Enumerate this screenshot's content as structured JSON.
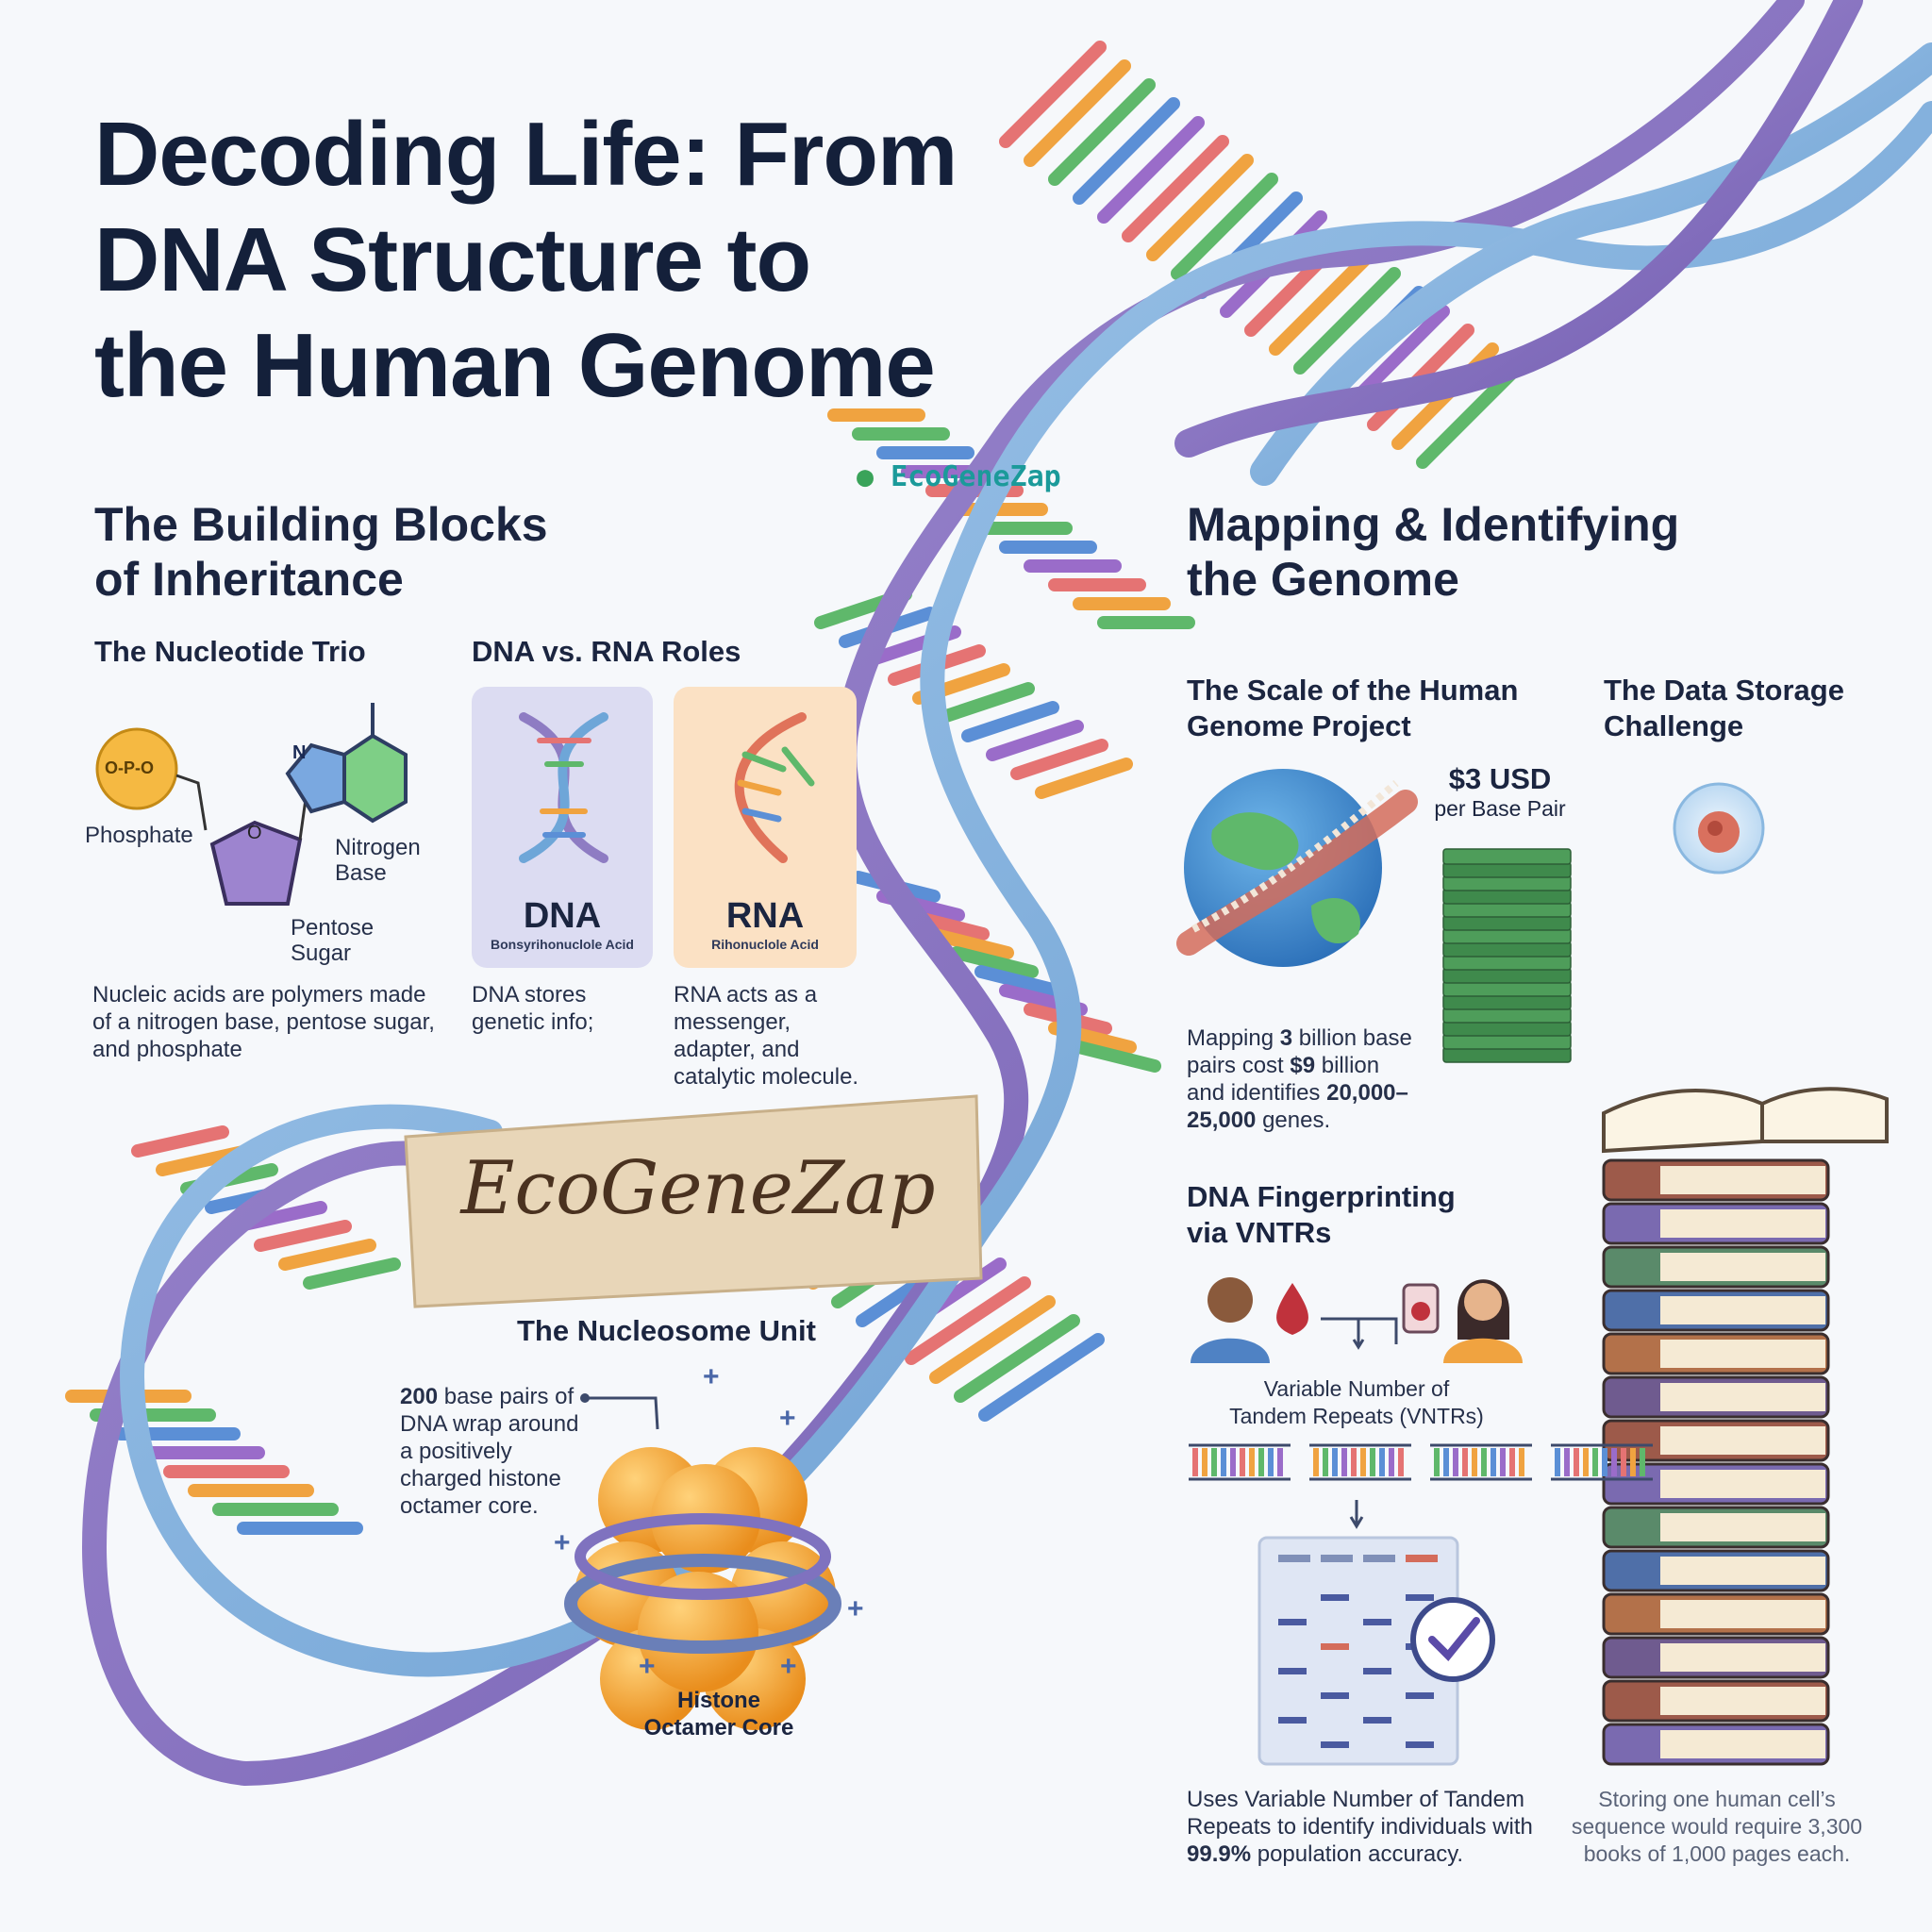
{
  "title": {
    "line1": "Decoding Life: From",
    "line2": "DNA Structure to",
    "line3": "the Human Genome"
  },
  "brand": {
    "small_logo": "EcoGeneZap",
    "watermark": "EcoGeneZap"
  },
  "left_section": {
    "heading_line1": "The Building Blocks",
    "heading_line2": "of Inheritance",
    "nucleotide": {
      "heading": "The Nucleotide Trio",
      "phosphate_label": "Phosphate",
      "phosphate_formula": "O-P-O",
      "ring_o": "O",
      "n_atom": "N",
      "nitrogen_label_1": "Nitrogen",
      "nitrogen_label_2": "Base",
      "sugar_label_1": "Pentose",
      "sugar_label_2": "Sugar",
      "desc_1": "Nucleic acids are polymers made",
      "desc_2": "of a nitrogen base, pentose sugar,",
      "desc_3": "and phosphate"
    },
    "dna_rna": {
      "heading": "DNA vs. RNA Roles",
      "dna_title": "DNA",
      "dna_sub": "Bonsyrihonuclole Acid",
      "rna_title": "RNA",
      "rna_sub": "Rihonuclole Acid",
      "dna_desc_1": "DNA stores",
      "dna_desc_2": "genetic info;",
      "rna_desc_1": "RNA acts as a",
      "rna_desc_2": "messenger,",
      "rna_desc_3": "adapter, and",
      "rna_desc_4": "catalytic molecule."
    },
    "nucleosome": {
      "heading": "The Nucleosome Unit",
      "desc_bold": "200",
      "desc_1": " base pairs of",
      "desc_2": "DNA wrap around",
      "desc_3": "a positively",
      "desc_4": "charged histone",
      "desc_5": "octamer core.",
      "core_label_1": "Histone",
      "core_label_2": "Octamer Core",
      "plus": "+"
    }
  },
  "right_section": {
    "heading_line1": "Mapping & Identifying",
    "heading_line2": "the Genome",
    "scale": {
      "heading_1": "The Scale of the Human",
      "heading_2": "Genome Project",
      "price": "$3 USD",
      "price_sub": "per Base Pair",
      "desc_1a": "Mapping ",
      "desc_1b": "3",
      "desc_1c": " billion base",
      "desc_2a": "pairs cost ",
      "desc_2b": "$9",
      "desc_2c": " billion",
      "desc_3a": "and identifies ",
      "desc_3b": "20,000–",
      "desc_4": "25,000",
      "desc_4b": " genes."
    },
    "storage": {
      "heading_1": "The Data Storage",
      "heading_2": "Challenge",
      "desc_1": "Storing one human cell’s",
      "desc_2": "sequence would require 3,300",
      "desc_3": "books of 1,000 pages each."
    },
    "fingerprint": {
      "heading_1": "DNA Fingerprinting",
      "heading_2": "via VNTRs",
      "vntr_label_1": "Variable Number of",
      "vntr_label_2": "Tandem Repeats (VNTRs)",
      "desc_1": "Uses Variable Number of Tandem",
      "desc_2": "Repeats to identify individuals with",
      "desc_3a": "99.9%",
      "desc_3b": " population accuracy."
    }
  },
  "colors": {
    "title": "#14203a",
    "dna_card": "#dcdcf2",
    "rna_card": "#fbe1c4",
    "strand_blue": "#7fb1dc",
    "strand_purple": "#8e7cc3",
    "base_colors": [
      "#e57373",
      "#f0a340",
      "#5fb86b",
      "#5b8fd6",
      "#9a6cc9"
    ],
    "histone": "#f2a634",
    "phosphate": "#f5b942",
    "sugar": "#9d84cf",
    "base_ring": "#7ecf86"
  }
}
